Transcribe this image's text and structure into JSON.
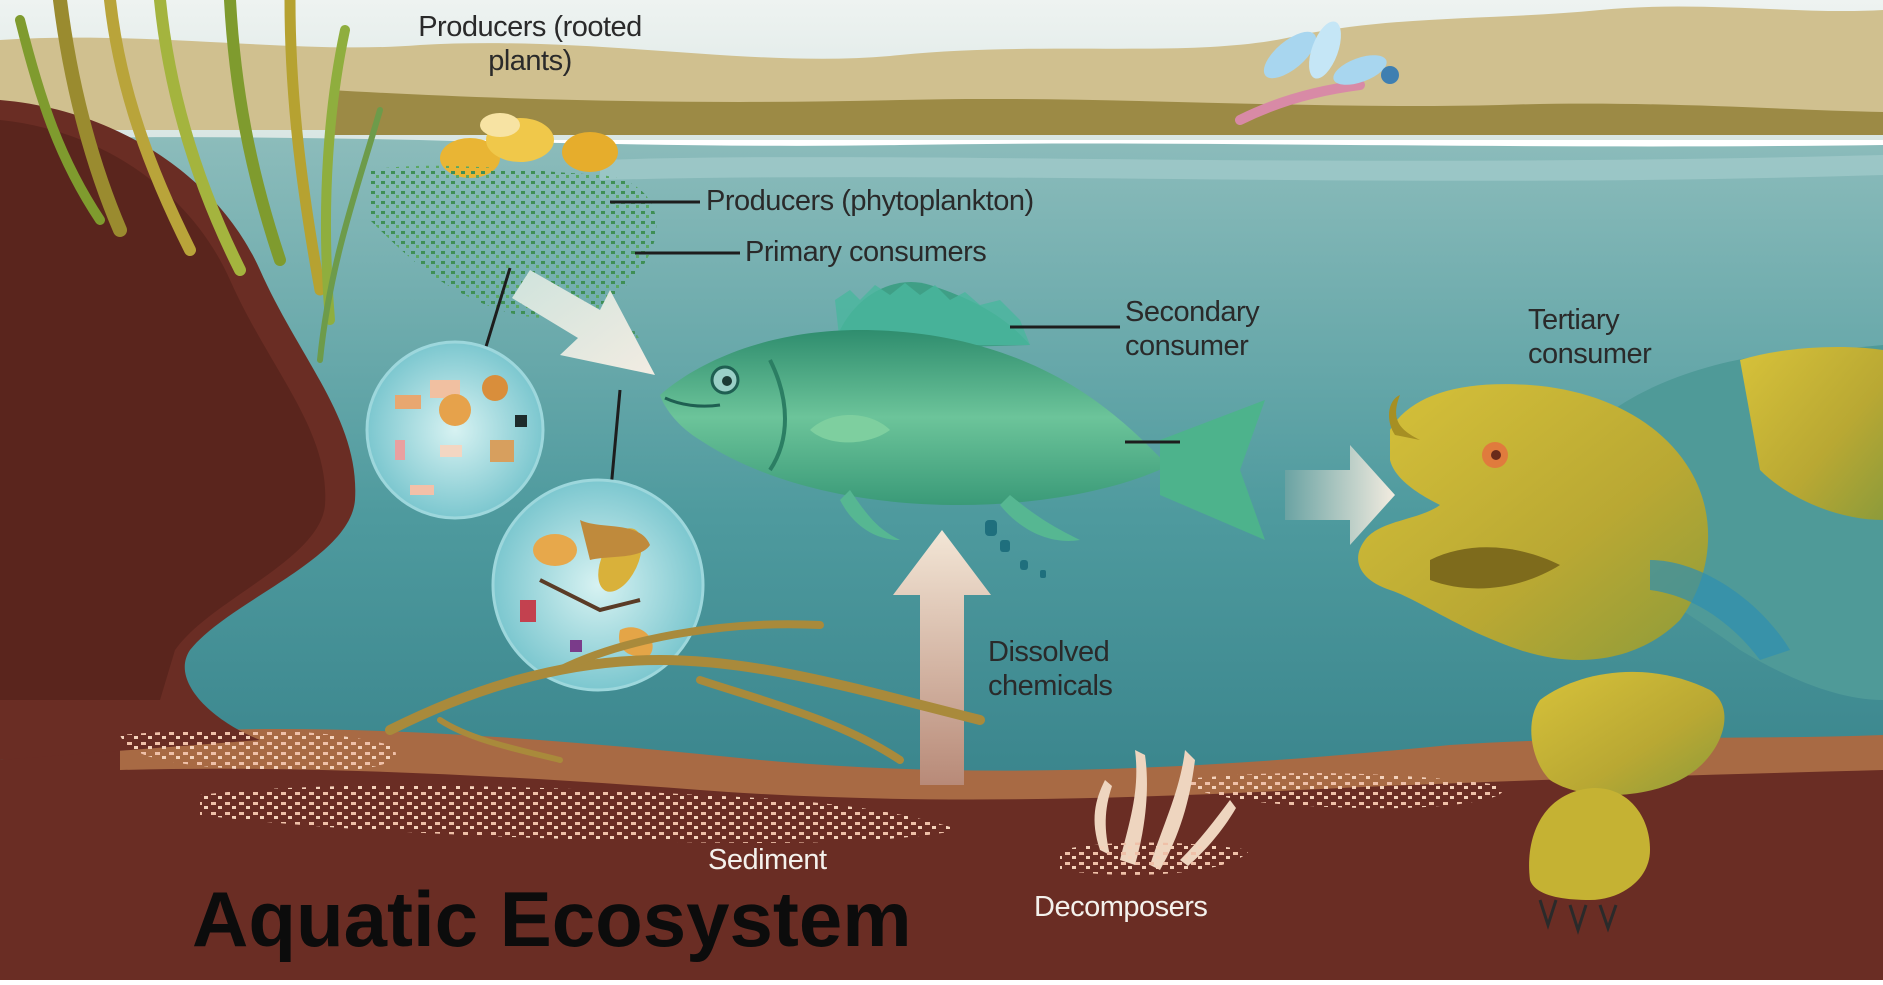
{
  "title": "Aquatic Ecosystem",
  "labels": {
    "producers_rooted": "Producers (rooted plants)",
    "producers_phytoplankton": "Producers (phytoplankton)",
    "primary_consumers": "Primary consumers",
    "secondary_consumer": "Secondary consumer",
    "tertiary_consumer": "Tertiary consumer",
    "dissolved_chemicals": "Dissolved chemicals",
    "sediment": "Sediment",
    "decomposers": "Decomposers"
  },
  "colors": {
    "sky": "#dfeaea",
    "far_bank": "#c9b98e",
    "water_top": "#7fb2b2",
    "water_deep": "#2f7f86",
    "soil": "#6b2e24",
    "fish": "#4fb38a",
    "turtle": "#c9b52e",
    "arrow": "#eadcc8",
    "sediment": "#e9b9a0"
  }
}
